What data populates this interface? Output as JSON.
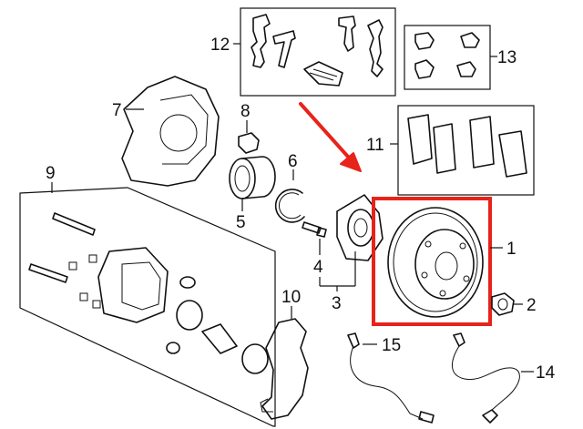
{
  "callouts": {
    "c1": "1",
    "c2": "2",
    "c3": "3",
    "c4": "4",
    "c5": "5",
    "c6": "6",
    "c7": "7",
    "c8": "8",
    "c9": "9",
    "c10": "10",
    "c11": "11",
    "c12": "12",
    "c13": "13",
    "c14": "14",
    "c15": "15"
  },
  "colors": {
    "line": "#111111",
    "highlight": "#e8231a",
    "background": "#ffffff"
  },
  "highlighted_callout": "1"
}
